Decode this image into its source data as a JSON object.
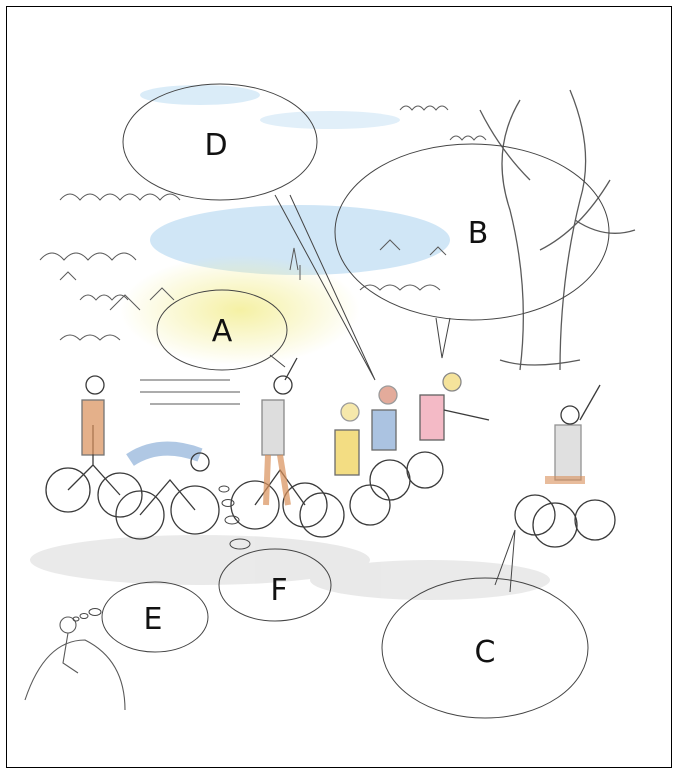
{
  "illustration": {
    "bubble_labels": {
      "a": "A",
      "b": "B",
      "c": "C",
      "d": "D",
      "e": "E",
      "f": "F"
    }
  },
  "colors": {
    "ink": "#3a3a3a",
    "sky_blue": "#bcdcf2",
    "sun_yellow": "#f4ef9a",
    "rider_orange": "#d9905a",
    "rider_blue": "#8fb0d8",
    "rider_yellow": "#efd25a",
    "rider_pink": "#f2a9b8",
    "rider_red": "#c95a3a",
    "road_grey": "#d8d8d8"
  }
}
